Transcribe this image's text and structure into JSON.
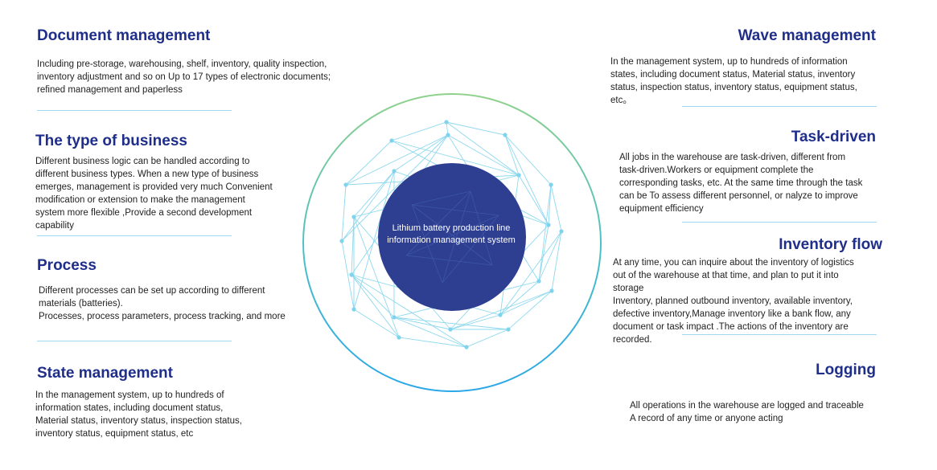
{
  "center": {
    "line1": "Lithium battery production line",
    "line2": "information management system"
  },
  "left": [
    {
      "title": "Document management",
      "text": "Including pre-storage, warehousing, shelf, inventory, quality inspection,\ninventory adjustment and so on Up to 17 types of electronic documents;\nrefined management and paperless"
    },
    {
      "title": "The type of business",
      "text": "Different business logic can be handled according to\ndifferent business types. When a new type of business\nemerges, management is provided very much Convenient\nmodification or extension to make the management\nsystem more flexible ,Provide a second development\ncapability"
    },
    {
      "title": "Process",
      "text": "Different processes can be set up according to different\nmaterials (batteries).\nProcesses, process parameters, process tracking, and more"
    },
    {
      "title": "State management",
      "text": "In the management system, up to hundreds of\ninformation states, including document status,\nMaterial status, inventory status, inspection status,\ninventory status, equipment status, etc"
    }
  ],
  "right": [
    {
      "title": "Wave management",
      "text": "In the management system, up to hundreds of information\nstates, including document status, Material status, inventory\nstatus, inspection status, inventory status, equipment status,\netc。"
    },
    {
      "title": "Task-driven",
      "text": "All jobs in the warehouse are task-driven, different from\ntask-driven.Workers or equipment complete the\ncorresponding tasks, etc. At the same time through the task\ncan be To assess different personnel, or nalyze to improve\nequipment efficiency"
    },
    {
      "title": "Inventory flow",
      "text": "At any time, you can inquire about the inventory of logistics\nout of the warehouse at that time, and plan to put it into\nstorage\nInventory, planned outbound inventory, available inventory,\ndefective inventory,Manage inventory like a bank flow, any\ndocument or task impact .The actions of the inventory are\nrecorded."
    },
    {
      "title": "Logging",
      "text": "All operations in the warehouse are logged and traceable\nA record of any time or anyone acting"
    }
  ],
  "colors": {
    "heading": "#1e2e8a",
    "core": "#2e3f92",
    "ring_start": "#8fd18b",
    "ring_end": "#2aa8e8",
    "web": "#8dd8ee",
    "separator": "#9fd9ef"
  }
}
